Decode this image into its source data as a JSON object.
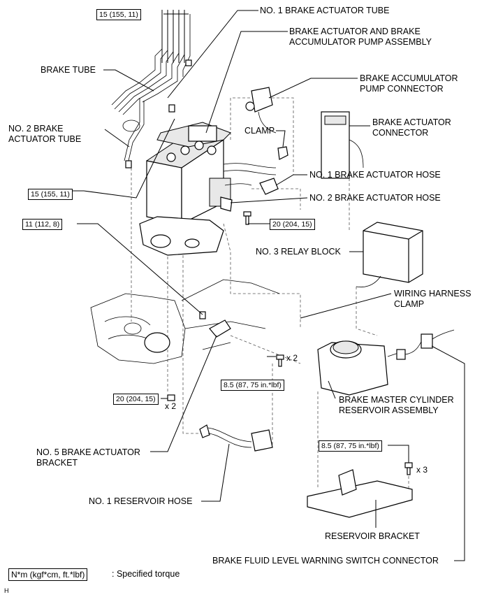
{
  "labels": {
    "no1_brake_actuator_tube": "NO. 1 BRAKE ACTUATOR TUBE",
    "actuator_pump_assembly_l1": "BRAKE ACTUATOR AND BRAKE",
    "actuator_pump_assembly_l2": "ACCUMULATOR PUMP ASSEMBLY",
    "brake_tube": "BRAKE TUBE",
    "accumulator_pump_connector_l1": "BRAKE ACCUMULATOR",
    "accumulator_pump_connector_l2": "PUMP CONNECTOR",
    "clamp": "CLAMP",
    "actuator_connector_l1": "BRAKE ACTUATOR",
    "actuator_connector_l2": "CONNECTOR",
    "no2_brake_actuator_tube_l1": "NO. 2 BRAKE",
    "no2_brake_actuator_tube_l2": "ACTUATOR TUBE",
    "no1_brake_actuator_hose": "NO. 1 BRAKE ACTUATOR HOSE",
    "no2_brake_actuator_hose": "NO. 2 BRAKE ACTUATOR HOSE",
    "no3_relay_block": "NO. 3 RELAY BLOCK",
    "wiring_harness_clamp_l1": "WIRING HARNESS",
    "wiring_harness_clamp_l2": "CLAMP",
    "master_cylinder_reservoir_l1": "BRAKE MASTER CYLINDER",
    "master_cylinder_reservoir_l2": "RESERVOIR ASSEMBLY",
    "no5_brake_actuator_bracket_l1": "NO. 5 BRAKE ACTUATOR",
    "no5_brake_actuator_bracket_l2": "BRACKET",
    "no1_reservoir_hose": "NO. 1 RESERVOIR HOSE",
    "reservoir_bracket": "RESERVOIR BRACKET",
    "fluid_level_switch_connector": "BRAKE FLUID LEVEL WARNING SWITCH CONNECTOR"
  },
  "torques": {
    "t_tube_top": "15 (155, 11)",
    "t_tube_mid": "15 (155, 11)",
    "t_bracket_left": "11 (112, 8)",
    "t_actuator_bolt": "20 (204, 15)",
    "t_lower_nut": "20 (204, 15)",
    "t_reservoir_bolt": "8.5 (87, 75 in.*lbf)",
    "t_bracket_bolt": "8.5 (87, 75 in.*lbf)"
  },
  "quantities": {
    "q_lower_nut": "x 2",
    "q_reservoir_bolt": "x 2",
    "q_bracket_bolt": "x 3"
  },
  "legend": {
    "unit_box": "N*m (kgf*cm, ft.*lbf)",
    "desc": ": Specified torque"
  },
  "figure_code": "H"
}
